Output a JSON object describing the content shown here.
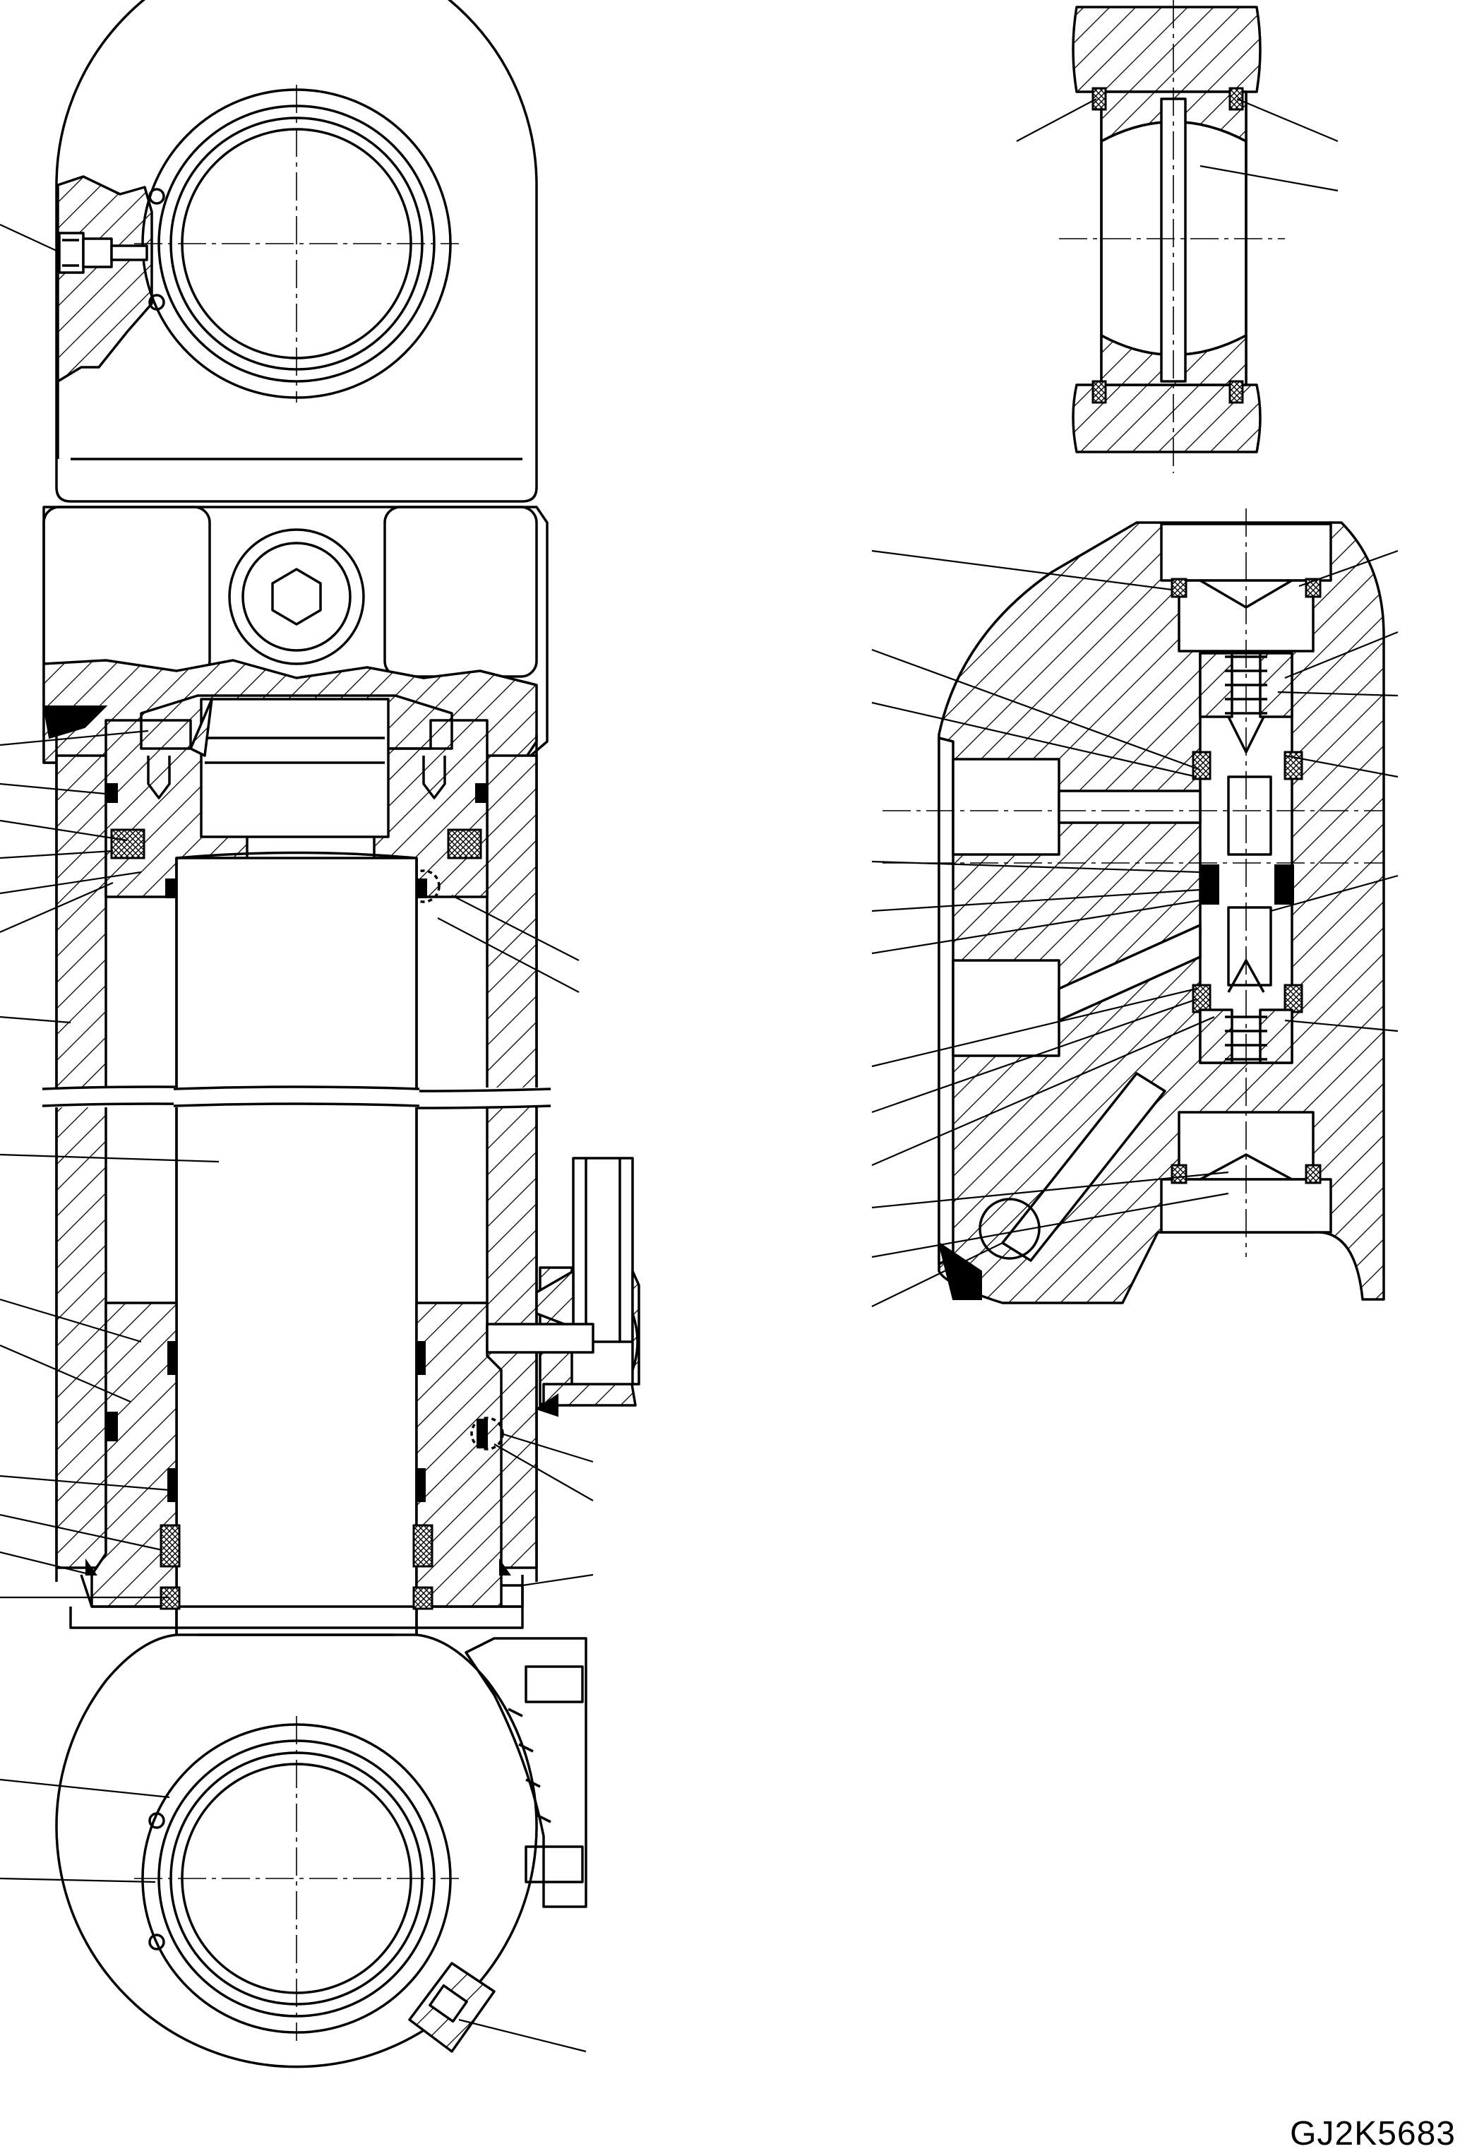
{
  "drawing": {
    "code": "GJ2K5683"
  },
  "views": [
    {
      "name": "hydraulic-cylinder-section"
    },
    {
      "name": "spherical-bushing-section"
    },
    {
      "name": "check-valve-block-section"
    }
  ],
  "colors": {
    "line": "#000000",
    "background": "#ffffff"
  }
}
